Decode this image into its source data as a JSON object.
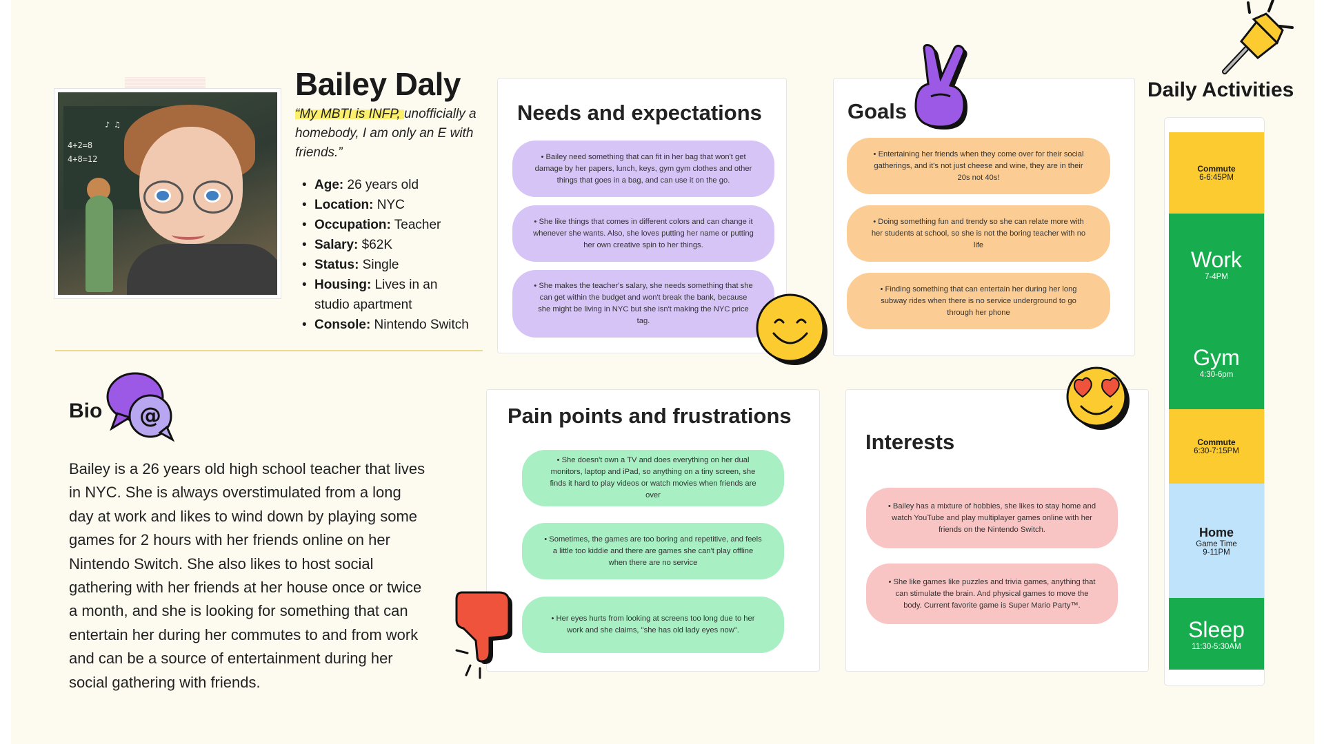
{
  "profile": {
    "name": "Bailey Daly",
    "quote_highlight": "“My MBTI is INFP, ",
    "quote_rest": "unofficially a homebody, I am only an E with friends.”",
    "facts": [
      {
        "key": "Age:",
        "value": " 26 years old"
      },
      {
        "key": "Location:",
        "value": " NYC"
      },
      {
        "key": "Occupation:",
        "value": " Teacher"
      },
      {
        "key": "Salary:",
        "value": " $62K"
      },
      {
        "key": "Status:",
        "value": " Single"
      },
      {
        "key": "Housing:",
        "value": " Lives in an studio apartment"
      },
      {
        "key": "Console:",
        "value": " Nintendo Switch"
      }
    ]
  },
  "bio": {
    "title": "Bio",
    "text": "Bailey is a 26 years old high school teacher that lives in NYC. She is always overstimulated from a long day at work and likes to wind down by playing some games for 2 hours with her friends online on her Nintendo Switch. She also likes to host social gathering with her friends at her house once or twice a month, and she is looking for something that can entertain her during her commutes to and from work and can be a source of entertainment during her social gathering with friends."
  },
  "needs": {
    "title": "Needs and expectations",
    "items": [
      "• Bailey need something that can fit in her bag that won't get damage by her papers, lunch, keys, gym gym clothes and other things that goes in a bag, and can use it on the go.",
      "• She like things that comes in different colors and can change it whenever she wants. Also, she loves putting her name or putting her own creative spin to her things.",
      "• She makes the teacher's salary, she needs something that she can get within the budget and won't break the bank, because she might be living in NYC but she isn't making the NYC price tag."
    ]
  },
  "goals": {
    "title": "Goals",
    "items": [
      "• Entertaining her friends when they come over for their social gatherings, and it's not just cheese and wine, they are in their 20s not 40s!",
      "• Doing something fun and trendy so she can relate more with her students at school, so she is not the boring teacher with no life",
      "• Finding something that can entertain her during her long subway rides when there is no service underground to go through her phone"
    ]
  },
  "pains": {
    "title": "Pain points and frustrations",
    "items": [
      "• She doesn't own a TV and does everything on her dual monitors, laptop and iPad, so anything on a tiny screen, she finds it hard to play videos or watch movies when friends are over",
      "• Sometimes, the games are too boring and repetitive, and feels a little too kiddie and there are games she can't play offline when there are no service",
      "• Her eyes hurts from looking at screens too long due to her work and she claims, \"she has old lady eyes now\"."
    ]
  },
  "interests": {
    "title": "Interests",
    "items": [
      "• Bailey has a mixture of hobbies, she likes to stay home and watch YouTube and play multiplayer games online with her friends on the Nintendo Switch.",
      "• She like games like puzzles and trivia games, anything that can stimulate the brain. And physical games to move the body. Current favorite game is Super Mario Party™."
    ]
  },
  "daily": {
    "title": "Daily Activities",
    "blocks": [
      {
        "label": "Commute",
        "time": "6-6:45PM"
      },
      {
        "label": "Work",
        "time": "7-4PM"
      },
      {
        "label": "Gym",
        "time": "4:30-6pm"
      },
      {
        "label": "Commute",
        "time": "6:30-7:15PM"
      },
      {
        "label": "Home",
        "sub": "Game Time",
        "time": "9-11PM"
      },
      {
        "label": "Sleep",
        "time": "11:30-5:30AM"
      }
    ]
  },
  "colors": {
    "background": "#fdfaf0",
    "purple_pill": "#d6c4f6",
    "orange_pill": "#fbcc93",
    "green_pill": "#a9efc4",
    "pink_pill": "#f9c4c4",
    "activity_yellow": "#fbcb2f",
    "activity_green": "#17ad4f",
    "activity_blue": "#bfe3fb"
  },
  "icons": [
    "pushpin-icon",
    "peace-hand-icon",
    "smiley-icon",
    "heart-eyes-icon",
    "chat-bubble-at-icon",
    "thumbs-down-icon"
  ]
}
